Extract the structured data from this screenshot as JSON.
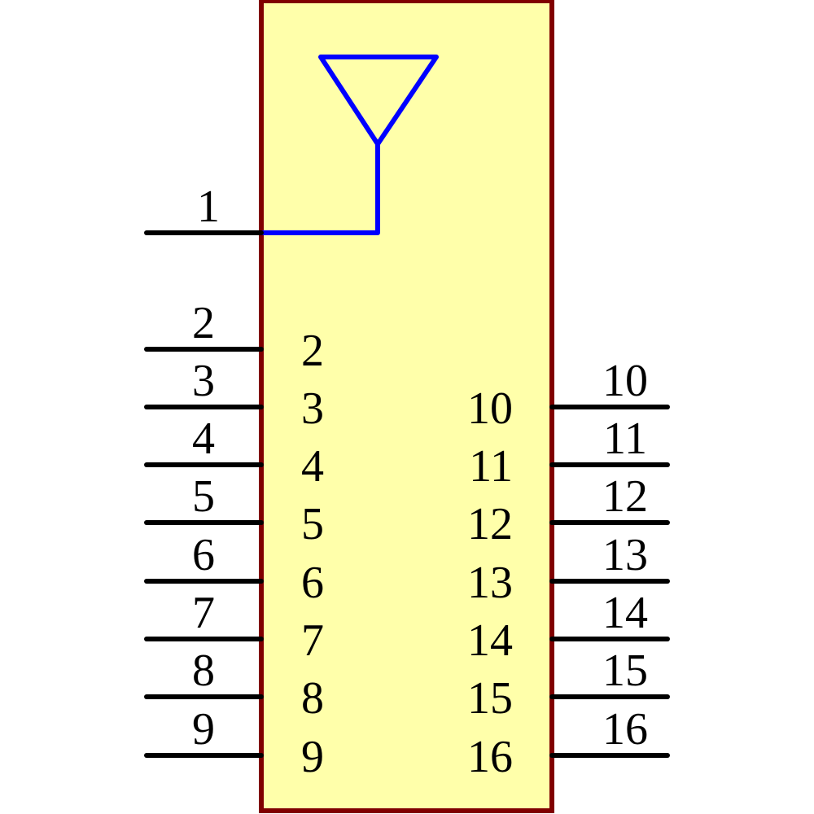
{
  "component": {
    "type": "antenna-connector",
    "body_fill": "#FFFFAA",
    "body_stroke": "#800000",
    "symbol_color": "#0000FF",
    "pin_color": "#000000"
  },
  "pins": {
    "p1": {
      "number": "1"
    },
    "left": [
      {
        "number": "2",
        "name": "2"
      },
      {
        "number": "3",
        "name": "3"
      },
      {
        "number": "4",
        "name": "4"
      },
      {
        "number": "5",
        "name": "5"
      },
      {
        "number": "6",
        "name": "6"
      },
      {
        "number": "7",
        "name": "7"
      },
      {
        "number": "8",
        "name": "8"
      },
      {
        "number": "9",
        "name": "9"
      }
    ],
    "right": [
      {
        "number": "10",
        "name": "10"
      },
      {
        "number": "11",
        "name": "11"
      },
      {
        "number": "12",
        "name": "12"
      },
      {
        "number": "13",
        "name": "13"
      },
      {
        "number": "14",
        "name": "14"
      },
      {
        "number": "15",
        "name": "15"
      },
      {
        "number": "16",
        "name": "16"
      }
    ]
  }
}
